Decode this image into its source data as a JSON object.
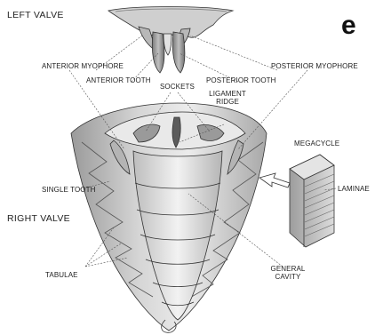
{
  "panel_letter": "e",
  "labels": {
    "left_valve": "LEFT VALVE",
    "right_valve": "RIGHT VALVE",
    "anterior_myophore": "ANTERIOR MYOPHORE",
    "posterior_myophore": "POSTERIOR MYOPHORE",
    "anterior_tooth": "ANTERIOR TOOTH",
    "posterior_tooth": "POSTERIOR TOOTH",
    "sockets": "SOCKETS",
    "ligament_ridge_line1": "LIGAMENT",
    "ligament_ridge_line2": "RIDGE",
    "megacycle": "MEGACYCLE",
    "laminae": "LAMINAE",
    "single_tooth": "SINGLE TOOTH",
    "tabulae": "TABULAE",
    "general_cavity_line1": "GENERAL",
    "general_cavity_line2": "CAVITY"
  },
  "colors": {
    "shell_fill": "#c9c9c9",
    "shell_dark": "#8d8d8d",
    "shell_light": "#e6e6e6",
    "outline": "#333333",
    "leader": "#555555"
  }
}
